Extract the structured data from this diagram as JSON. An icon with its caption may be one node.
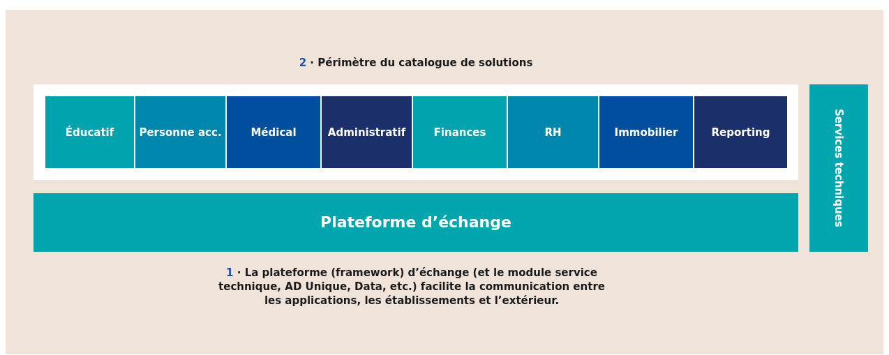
{
  "diagram": {
    "nodes": [
      {
        "text": [
          "2 · Périmètre du catalogue de solutions"
        ]
      },
      {
        "text": [
          "Éducatif"
        ],
        "in": 0
      },
      {
        "text": [
          "Personne acc."
        ],
        "in": 0
      },
      {
        "text": [
          "Médical"
        ],
        "in": 0
      },
      {
        "text": [
          "Administratif"
        ],
        "in": 0
      },
      {
        "text": [
          "Finances"
        ],
        "in": 0
      },
      {
        "text": [
          "RH"
        ],
        "in": 0
      },
      {
        "text": [
          "Immobilier"
        ],
        "in": 0
      },
      {
        "text": [
          "Reporting"
        ],
        "in": 0
      },
      {
        "text": [
          "Plateforme d’échange"
        ]
      },
      {
        "text": [
          "Services techniques"
        ]
      }
    ],
    "edges": [],
    "labels": [
      "1 · La plateforme (framework) d’échange (et le module service technique, AD Unique, Data, etc.) facilite la communication entre les applications, les établissements et l’extérieur."
    ]
  }
}
